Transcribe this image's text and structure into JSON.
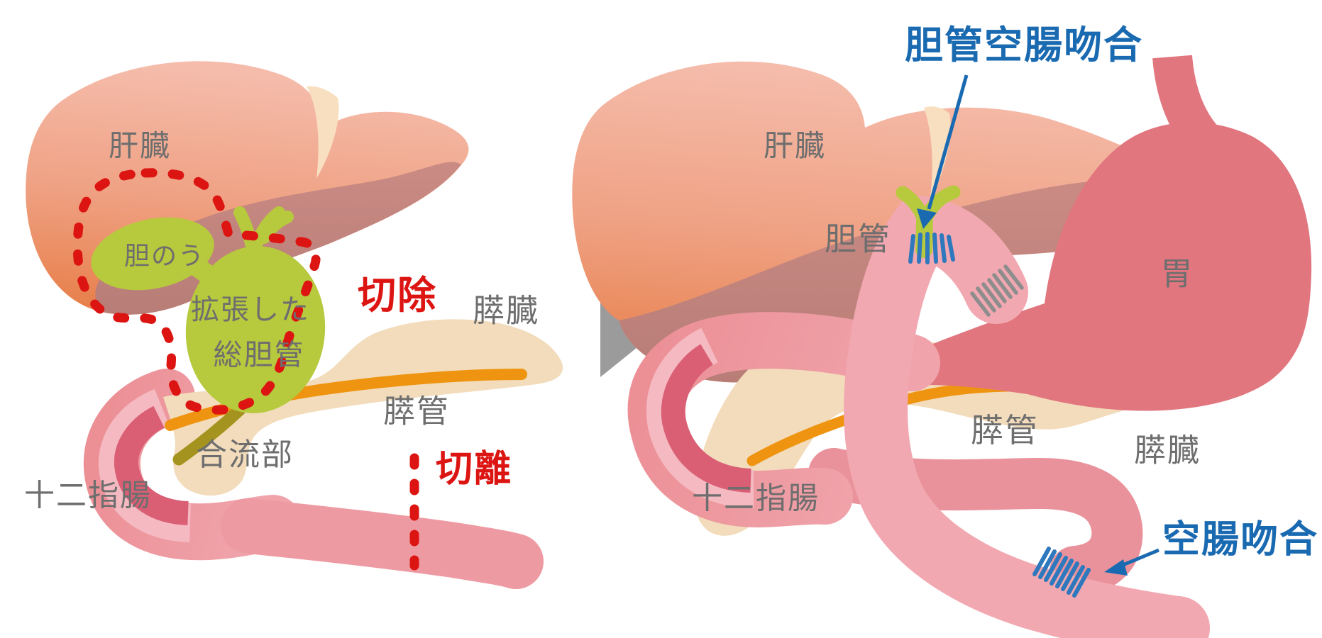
{
  "figure": {
    "type": "surgical-anatomy-diagram",
    "panels": [
      "before-operation",
      "after-operation"
    ]
  },
  "colors": {
    "label_gray": "#6e6e6e",
    "annotation_red": "#dc1512",
    "annotation_blue": "#1a6ab1",
    "suture_blue": "#2e78bd",
    "liver_pink": "#f5bcab",
    "liver_orange": "#e77c45",
    "liver_underside_mauve": "#c5857e",
    "fissure_cream": "#f8dfc0",
    "bile_green": "#b7c93c",
    "pancreas_cream": "#f2dcbb",
    "pancreatic_duct_orange": "#ef9410",
    "junction_olive": "#a5931f",
    "duodenum_pink": "#ec9096",
    "duodenum_rim": "#f5bac1",
    "duodenum_inner": "#da5f75",
    "jejunum_pink": "#f2a8b1",
    "afferent_jejunum_pink": "#e9929b",
    "stomach_rose": "#e1767f",
    "arrow_gray": "#9b9b9b",
    "staple_gray": "#8d8d8d"
  },
  "before": {
    "labels": {
      "liver": "肝臓",
      "gallbladder": "胆のう",
      "dilated_bile_duct_line1": "拡張した",
      "dilated_bile_duct_line2": "総胆管",
      "excision": "切除",
      "pancreas": "膵臓",
      "pancreatic_duct": "膵管",
      "junction": "合流部",
      "duodenum": "十二指腸",
      "transection": "切離"
    }
  },
  "after": {
    "labels": {
      "liver": "肝臓",
      "bile_duct": "胆管",
      "stomach": "胃",
      "pancreatic_duct": "膵管",
      "pancreas": "膵臓",
      "duodenum": "十二指腸",
      "hepaticojejunostomy": "胆管空腸吻合",
      "jejunojejunostomy": "空腸吻合"
    }
  }
}
